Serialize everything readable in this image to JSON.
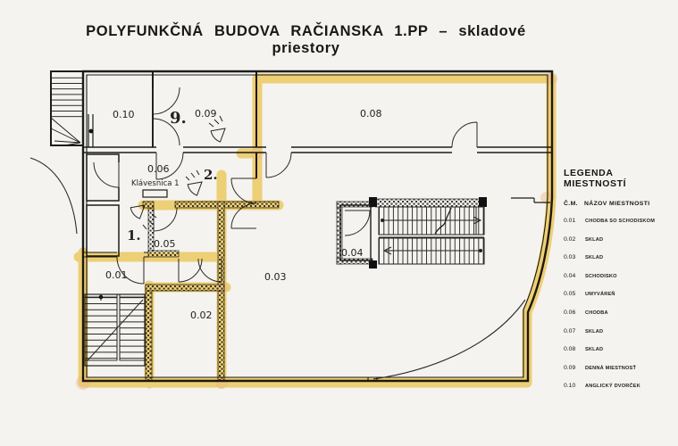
{
  "title": "POLYFUNKČNÁ BUDOVA RAČIANSKA 1.PP – skladové priestory",
  "plan": {
    "room_labels": {
      "r010": "0.10",
      "r009": "0.09",
      "r008": "0.08",
      "r006": "0.06",
      "r005": "0.05",
      "r004": "0.04",
      "r003": "0.03",
      "r002": "0.02",
      "r001": "0.01"
    },
    "annotations": {
      "n9": "9.",
      "n2": "2.",
      "n1": "1."
    },
    "keypad_label": "Klávesnica 1",
    "highlight_color": "#f2bb13"
  },
  "legend": {
    "heading": "LEGENDA MIESTNOSTÍ",
    "col_num": "Č.M.",
    "col_name": "NÁZOV MIESTNOSTI",
    "rows": [
      {
        "num": "0.01",
        "name": "CHODBA SO SCHODISKOM"
      },
      {
        "num": "0.02",
        "name": "SKLAD"
      },
      {
        "num": "0.03",
        "name": "SKLAD"
      },
      {
        "num": "0.04",
        "name": "SCHODISKO"
      },
      {
        "num": "0.05",
        "name": "UMYVÁREŇ"
      },
      {
        "num": "0.06",
        "name": "CHODBA"
      },
      {
        "num": "0.07",
        "name": "SKLAD"
      },
      {
        "num": "0.08",
        "name": "SKLAD"
      },
      {
        "num": "0.09",
        "name": "DENNÁ MIESTNOSŤ"
      },
      {
        "num": "0.10",
        "name": "ANGLICKÝ DVORČEK"
      }
    ]
  }
}
